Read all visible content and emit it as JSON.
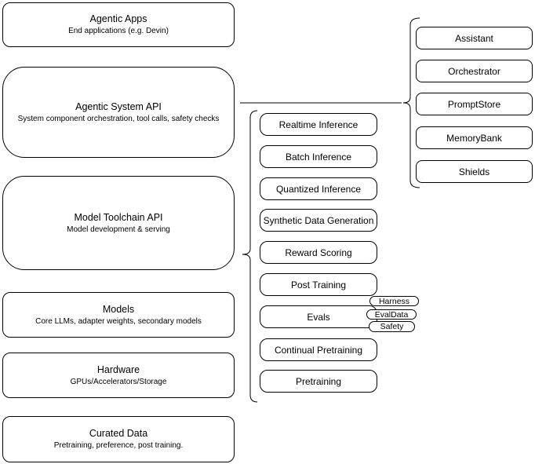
{
  "diagram": {
    "stack_layers": [
      {
        "title": "Agentic Apps",
        "subtitle": "End applications (e.g. Devin)"
      },
      {
        "title": "Agentic System API",
        "subtitle": "System component orchestration, tool calls, safety checks"
      },
      {
        "title": "Model Toolchain API",
        "subtitle": "Model development & serving"
      },
      {
        "title": "Models",
        "subtitle": "Core LLMs, adapter weights, secondary models"
      },
      {
        "title": "Hardware",
        "subtitle": "GPUs/Accelerators/Storage"
      },
      {
        "title": "Curated Data",
        "subtitle": "Pretraining, preference, post training."
      }
    ],
    "toolchain_items": [
      {
        "label": "Realtime Inference"
      },
      {
        "label": "Batch Inference"
      },
      {
        "label": "Quantized Inference"
      },
      {
        "label": "Synthetic Data Generation"
      },
      {
        "label": "Reward Scoring"
      },
      {
        "label": "Post Training"
      },
      {
        "label": "Evals"
      },
      {
        "label": "Continual Pretraining"
      },
      {
        "label": "Pretraining"
      }
    ],
    "evals_tags": [
      {
        "label": "Harness"
      },
      {
        "label": "EvalData"
      },
      {
        "label": "Safety"
      }
    ],
    "system_components": [
      {
        "label": "Assistant"
      },
      {
        "label": "Orchestrator"
      },
      {
        "label": "PromptStore"
      },
      {
        "label": "MemoryBank"
      },
      {
        "label": "Shields"
      }
    ],
    "colors": {
      "stroke": "#000000",
      "fill": "#ffffff",
      "text": "#000000",
      "background": "#ffffff"
    }
  }
}
